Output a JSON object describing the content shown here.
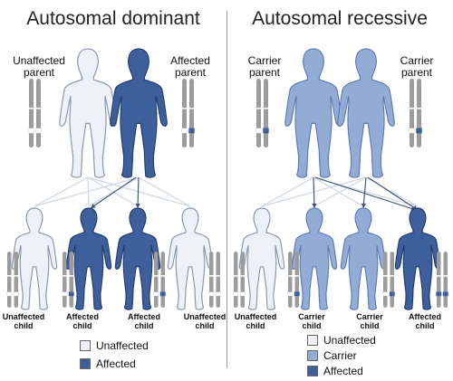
{
  "diagram": {
    "left_title": "Autosomal dominant",
    "right_title": "Autosomal recessive",
    "dominant": {
      "parents": [
        {
          "label_line1": "Unaffected",
          "label_line2": "parent",
          "status": "unaffected"
        },
        {
          "label_line1": "Affected",
          "label_line2": "parent",
          "status": "affected"
        }
      ],
      "children": [
        {
          "label_line1": "Unaffected",
          "label_line2": "child",
          "status": "unaffected"
        },
        {
          "label_line1": "Affected",
          "label_line2": "child",
          "status": "affected"
        },
        {
          "label_line1": "Affected",
          "label_line2": "child",
          "status": "affected"
        },
        {
          "label_line1": "Unaffected",
          "label_line2": "child",
          "status": "unaffected"
        }
      ]
    },
    "recessive": {
      "parents": [
        {
          "label_line1": "Carrier",
          "label_line2": "parent",
          "status": "carrier"
        },
        {
          "label_line1": "Carrier",
          "label_line2": "parent",
          "status": "carrier"
        }
      ],
      "children": [
        {
          "label_line1": "Unaffected",
          "label_line2": "child",
          "status": "unaffected"
        },
        {
          "label_line1": "Carrier",
          "label_line2": "child",
          "status": "carrier"
        },
        {
          "label_line1": "Carrier",
          "label_line2": "child",
          "status": "carrier"
        },
        {
          "label_line1": "Affected",
          "label_line2": "child",
          "status": "affected"
        }
      ]
    },
    "legend_dominant": [
      {
        "label": "Unaffected",
        "status": "unaffected"
      },
      {
        "label": "Affected",
        "status": "affected"
      }
    ],
    "legend_recessive": [
      {
        "label": "Unaffected",
        "status": "unaffected"
      },
      {
        "label": "Carrier",
        "status": "carrier"
      },
      {
        "label": "Affected",
        "status": "affected"
      }
    ],
    "colors": {
      "unaffected": "#eef2f8",
      "carrier": "#93acd6",
      "affected": "#3d5f9c",
      "chromosome": "#9c9c9c",
      "line": "#cfd6e0",
      "arrow": "#3d5278"
    }
  }
}
